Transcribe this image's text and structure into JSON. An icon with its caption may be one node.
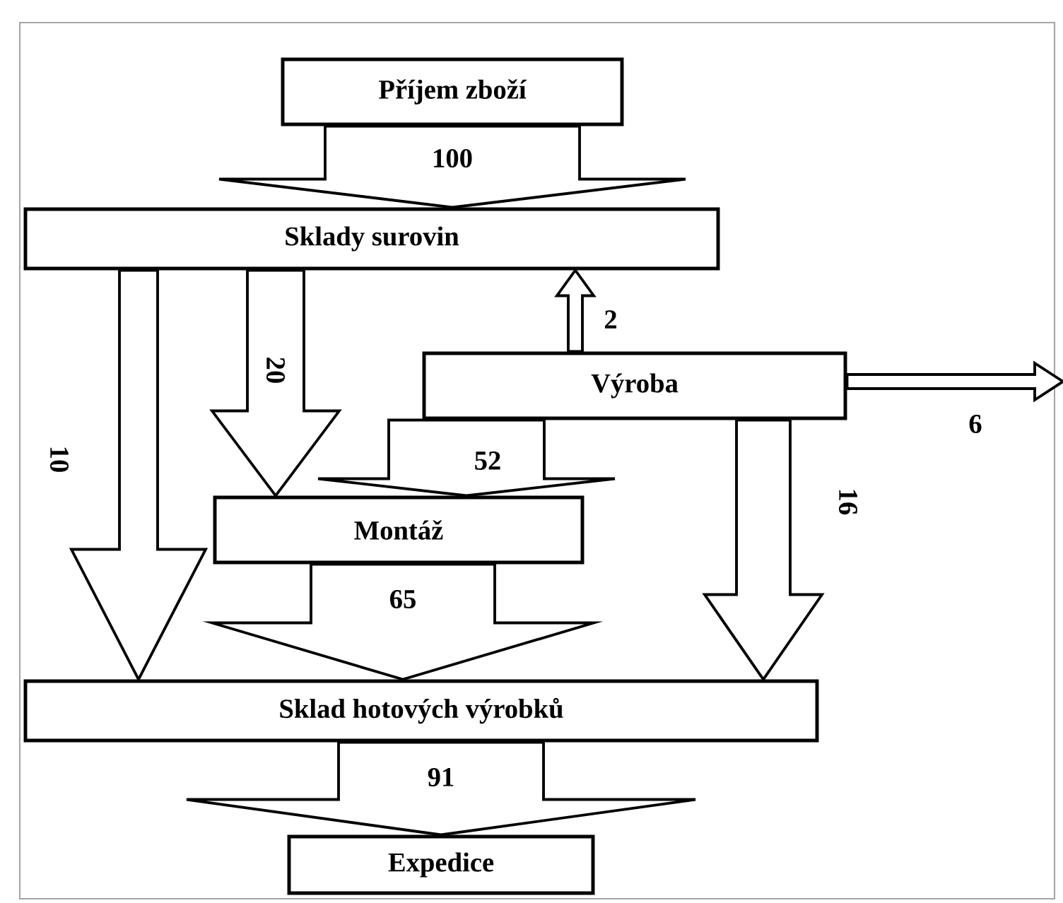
{
  "diagram": {
    "nodes": [
      {
        "text": [
          "Příjem zboží"
        ]
      },
      {
        "text": [
          "Sklady surovin"
        ]
      },
      {
        "text": [
          "Výroba"
        ]
      },
      {
        "text": [
          "Montáž"
        ]
      },
      {
        "text": [
          "Sklad hotových výrobků"
        ]
      },
      {
        "text": [
          "Expedice"
        ]
      }
    ],
    "edges": [
      {
        "from": 0,
        "to": 1,
        "arrow": "to",
        "label": "100"
      },
      {
        "from": 1,
        "to": 4,
        "arrow": "to",
        "label": "10"
      },
      {
        "from": 1,
        "to": 3,
        "arrow": "to",
        "label": "20"
      },
      {
        "from": 2,
        "to": 1,
        "arrow": "to",
        "label": "2"
      },
      {
        "from": 2,
        "to": null,
        "arrow": "to",
        "label": "6"
      },
      {
        "from": 2,
        "to": 3,
        "arrow": "to",
        "label": "52"
      },
      {
        "from": 2,
        "to": 4,
        "arrow": "to",
        "label": "16"
      },
      {
        "from": 3,
        "to": 4,
        "arrow": "to",
        "label": "65"
      },
      {
        "from": 4,
        "to": 5,
        "arrow": "to",
        "label": "91"
      }
    ]
  }
}
